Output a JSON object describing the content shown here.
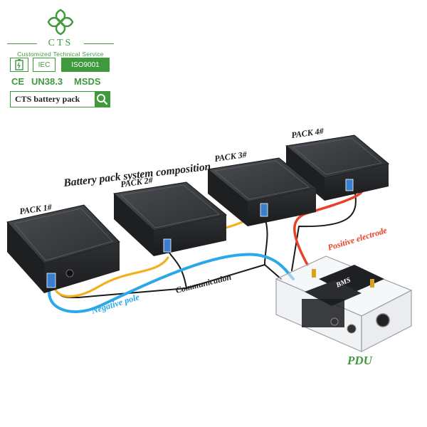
{
  "brand": {
    "name": "CTS",
    "tagline": "Customized Technical Service",
    "cert_row1": [
      "IEC",
      "ISO9001"
    ],
    "cert_row2": [
      "CE",
      "UN38.3",
      "MSDS"
    ],
    "search_label": "CTS battery pack",
    "color": "#3f9a3c"
  },
  "diagram": {
    "title": "Battery pack system composition",
    "packs": [
      "PACK 1#",
      "PACK 2#",
      "PACK 3#",
      "PACK 4#"
    ],
    "labels": {
      "negative": "Negative pole",
      "communication": "Communication",
      "positive": "Positive electrode",
      "pdu": "PDU",
      "bms": "BMS"
    },
    "colors": {
      "negative": "#2aa8e8",
      "positive": "#e8412a",
      "communication": "#1a1a1a",
      "pack_link": "#f2b01e",
      "pdu_label": "#3f9a3c"
    }
  }
}
